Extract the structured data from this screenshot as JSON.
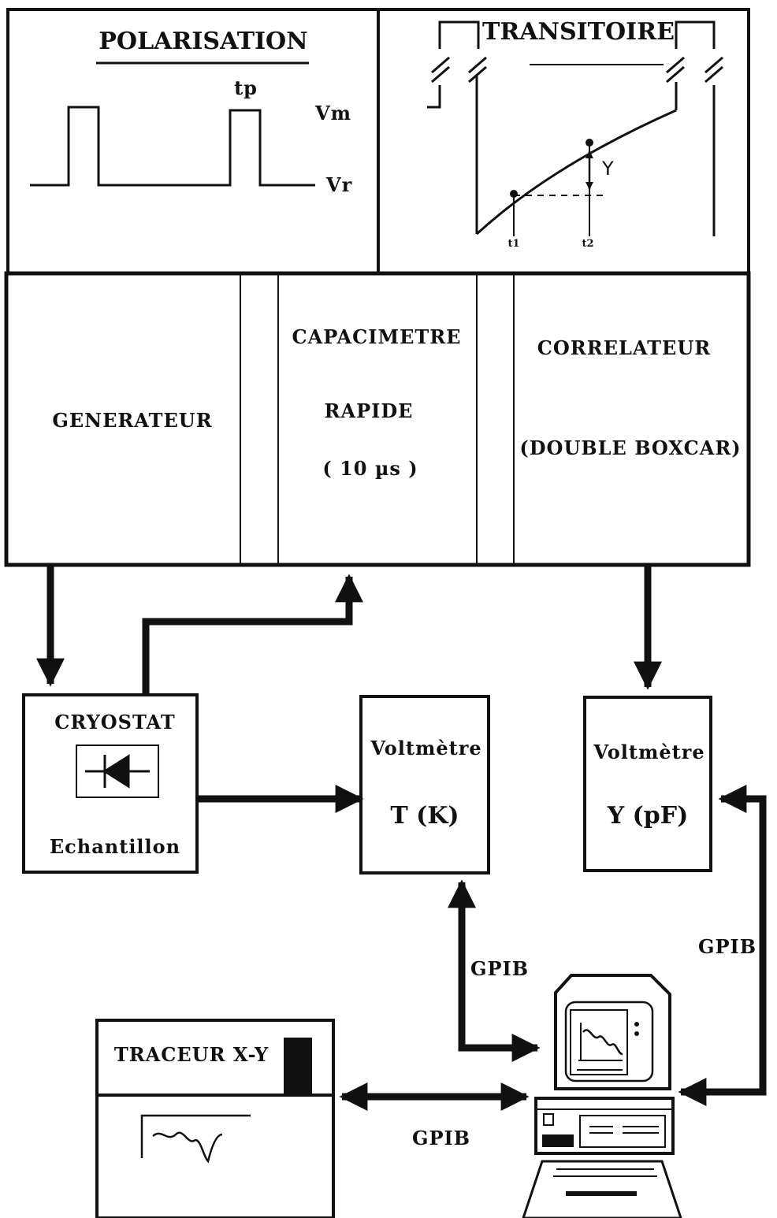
{
  "top_panels": {
    "polarisation": {
      "title": "POLARISATION",
      "pulse_label": "tp",
      "vm_label": "Vm",
      "vr_label": "Vr"
    },
    "transitoire": {
      "title": "TRANSITOIRE",
      "y_label": "Y",
      "t1_label": "t1",
      "t2_label": "t2"
    }
  },
  "modules": {
    "generateur": "GENERATEUR",
    "capacimetre": {
      "line1": "CAPACIMETRE",
      "line2": "RAPIDE",
      "line3": "( 10 µs )"
    },
    "correlateur": {
      "line1": "CORRELATEUR",
      "line2": "(DOUBLE BOXCAR)"
    }
  },
  "cryostat": {
    "title": "CRYOSTAT",
    "subtitle": "Echantillon"
  },
  "voltmetre_t": {
    "title": "Voltmètre",
    "value": "T (K)"
  },
  "voltmetre_y": {
    "title": "Voltmètre",
    "value": "Y (pF)"
  },
  "traceur": {
    "title": "TRACEUR X-Y"
  },
  "bus_labels": {
    "gpib_left": "GPIB",
    "gpib_right": "GPIB",
    "gpib_bottom": "GPIB"
  },
  "colors": {
    "ink": "#111111",
    "paper": "#ffffff"
  }
}
